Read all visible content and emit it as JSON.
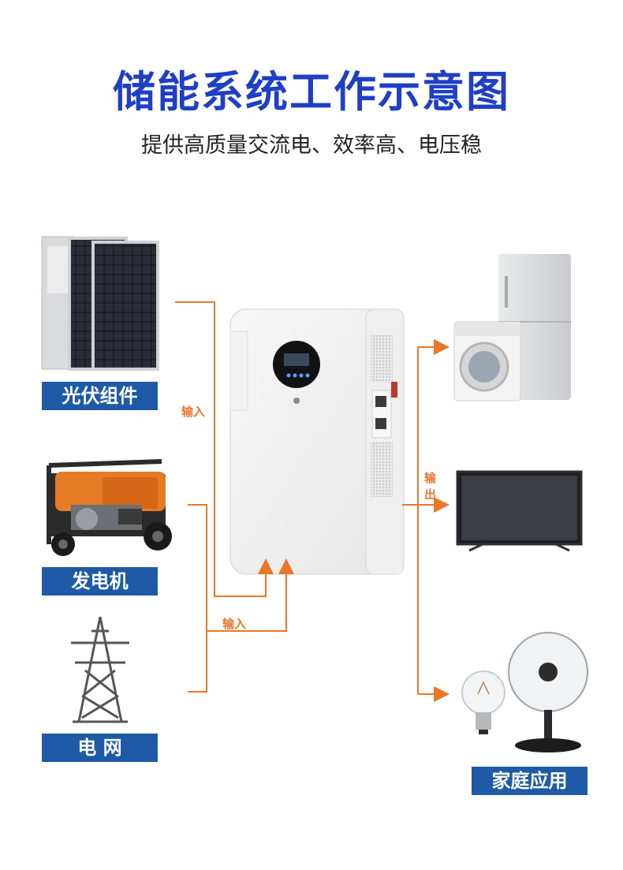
{
  "header": {
    "title": "储能系统工作示意图",
    "subtitle": "提供高质量交流电、效率高、电压稳"
  },
  "sources": [
    {
      "label": "光伏组件"
    },
    {
      "label": "发电机"
    },
    {
      "label": "电 网"
    }
  ],
  "flow_labels": {
    "input_1": "输入",
    "input_2": "输入",
    "output_1": "输",
    "output_2": "出"
  },
  "outputs": {
    "label": "家庭应用"
  },
  "colors": {
    "title": "#1f3fc4",
    "label_bg": "#1e5aa5",
    "flow": "#e8772a"
  }
}
